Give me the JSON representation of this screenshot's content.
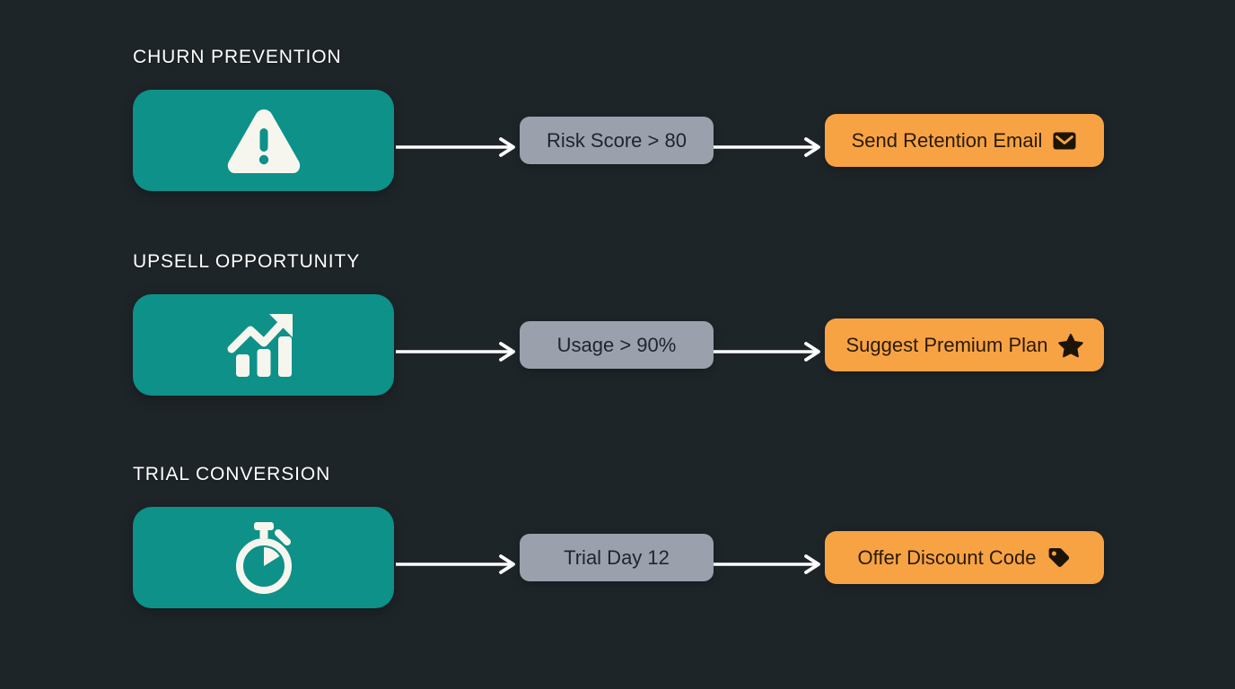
{
  "canvas": {
    "background_color": "#1e2529",
    "accent_teal": "#0d9189",
    "accent_orange": "#f7a344",
    "condition_gray": "#9aa1ac",
    "arrow_color": "#ffffff"
  },
  "flows": [
    {
      "title": "CHURN PREVENTION",
      "trigger_icon": "warning-triangle-icon",
      "condition": "Risk Score > 80",
      "action_label": "Send Retention Email",
      "action_icon": "envelope-icon"
    },
    {
      "title": "UPSELL OPPORTUNITY",
      "trigger_icon": "growth-chart-icon",
      "condition": "Usage > 90%",
      "action_label": "Suggest Premium Plan",
      "action_icon": "star-icon"
    },
    {
      "title": "TRIAL CONVERSION",
      "trigger_icon": "stopwatch-icon",
      "condition": "Trial Day 12",
      "action_label": "Offer Discount Code",
      "action_icon": "price-tag-icon"
    }
  ],
  "connectors": {
    "trigger_to_condition": "arrow-right-icon",
    "condition_to_action": "arrow-right-icon"
  }
}
